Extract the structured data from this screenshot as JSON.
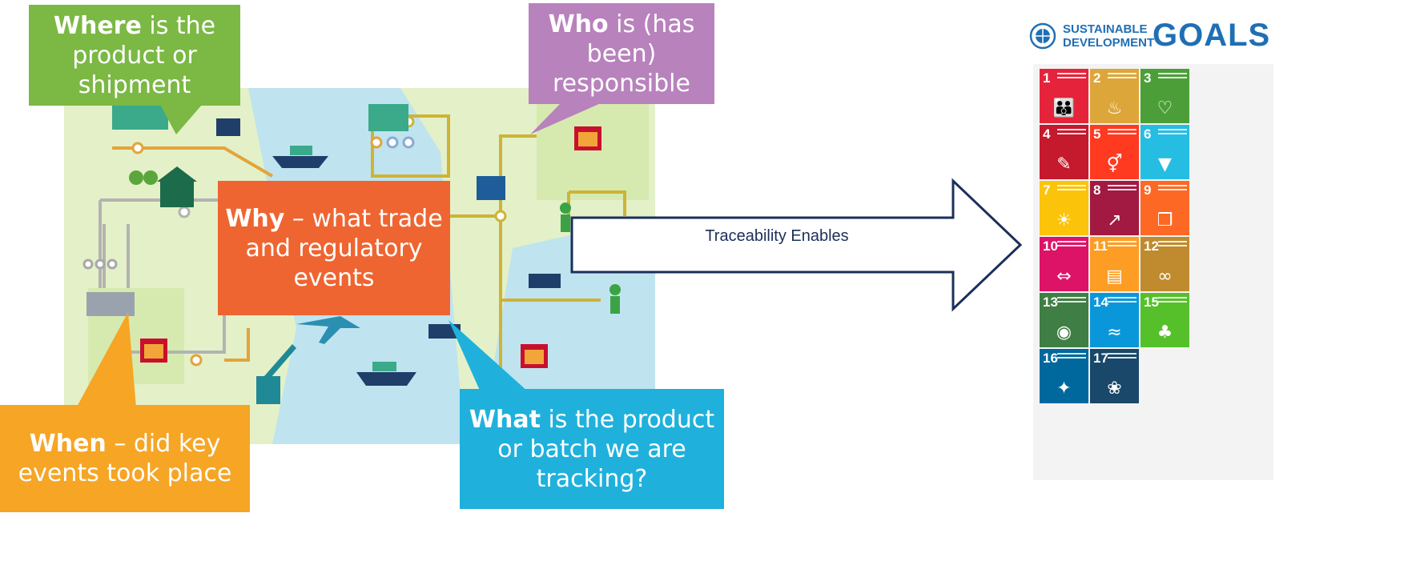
{
  "callouts": {
    "where": {
      "bold": "Where",
      "rest": " is the product or shipment",
      "color": "#7bb844"
    },
    "who": {
      "bold": "Who",
      "rest": " is (has been) responsible",
      "color": "#b882bd"
    },
    "why": {
      "bold": "Why",
      "rest": " – what trade and regulatory events",
      "color": "#ee6531"
    },
    "when": {
      "bold": "When",
      "rest": " – did key events took place",
      "color": "#f6a525"
    },
    "what": {
      "bold": "What",
      "rest": " is the product or batch we are tracking?",
      "color": "#1fb1dc"
    }
  },
  "arrow": {
    "label": "Traceability Enables",
    "border_color": "#1b2f5a"
  },
  "sdg": {
    "logo_text_line1": "SUSTAINABLE",
    "logo_text_line2": "DEVELOPMENT",
    "logo_word": "GOALS",
    "tiles": [
      {
        "n": "1",
        "color": "#e5243b",
        "glyph": "👪"
      },
      {
        "n": "2",
        "color": "#dda63a",
        "glyph": "♨"
      },
      {
        "n": "3",
        "color": "#4c9f38",
        "glyph": "♡"
      },
      {
        "n": "4",
        "color": "#c5192d",
        "glyph": "✎"
      },
      {
        "n": "5",
        "color": "#ff3a21",
        "glyph": "⚥"
      },
      {
        "n": "6",
        "color": "#26bde2",
        "glyph": "▼"
      },
      {
        "n": "7",
        "color": "#fcc30b",
        "glyph": "☀"
      },
      {
        "n": "8",
        "color": "#a21942",
        "glyph": "↗"
      },
      {
        "n": "9",
        "color": "#fd6925",
        "glyph": "❒"
      },
      {
        "n": "10",
        "color": "#dd1367",
        "glyph": "⇔"
      },
      {
        "n": "11",
        "color": "#fd9d24",
        "glyph": "▤"
      },
      {
        "n": "12",
        "color": "#bf8b2e",
        "glyph": "∞"
      },
      {
        "n": "13",
        "color": "#3f7e44",
        "glyph": "◉"
      },
      {
        "n": "14",
        "color": "#0a97d9",
        "glyph": "≈"
      },
      {
        "n": "15",
        "color": "#56c02b",
        "glyph": "♣"
      },
      {
        "n": "16",
        "color": "#00689d",
        "glyph": "✦"
      },
      {
        "n": "17",
        "color": "#19486a",
        "glyph": "❀"
      }
    ]
  }
}
